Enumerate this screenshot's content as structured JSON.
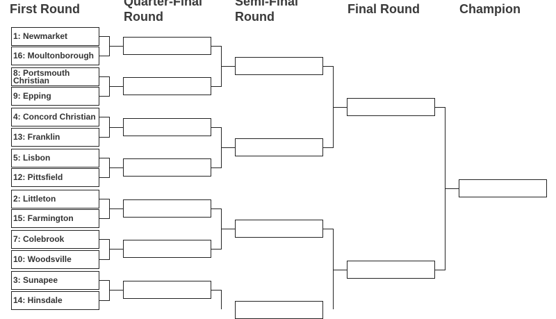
{
  "headers": {
    "first_round": "First Round",
    "quarter_final": "Quarter-Final Round",
    "semi_final": "Semi-Final Round",
    "final_round": "Final Round",
    "champion": "Champion"
  },
  "first_round": {
    "teams": [
      "1: Newmarket",
      "16: Moultonborough",
      "8: Portsmouth Christian",
      "9: Epping",
      "4: Concord Christian",
      "13: Franklin",
      "5: Lisbon",
      "12: Pittsfield",
      "2: Littleton",
      "15: Farmington",
      "7: Colebrook",
      "10: Woodsville",
      "3: Sunapee",
      "14: Hinsdale"
    ]
  },
  "quarter_final": {
    "slots": [
      "",
      "",
      "",
      "",
      "",
      "",
      "",
      ""
    ]
  },
  "semi_final": {
    "slots": [
      "",
      "",
      ""
    ]
  },
  "final_round": {
    "slots": [
      "",
      ""
    ]
  },
  "champion": {
    "slot": ""
  }
}
